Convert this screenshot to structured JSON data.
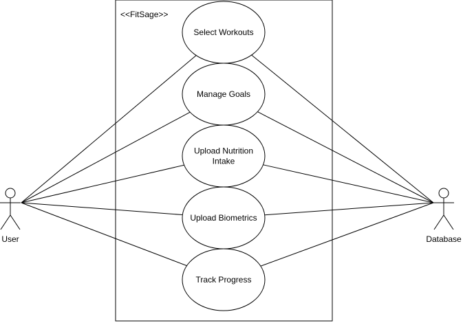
{
  "system": {
    "stereotype": "<<FitSage>>"
  },
  "actors": {
    "user": {
      "label": "User"
    },
    "database": {
      "label": "Database"
    }
  },
  "use_cases": [
    {
      "id": "select-workouts",
      "lines": [
        "Select Workouts"
      ]
    },
    {
      "id": "manage-goals",
      "lines": [
        "Manage Goals"
      ]
    },
    {
      "id": "upload-nutrition-intake",
      "lines": [
        "Upload Nutrition",
        "Intake"
      ]
    },
    {
      "id": "upload-biometrics",
      "lines": [
        "Upload Biometrics"
      ]
    },
    {
      "id": "track-progress",
      "lines": [
        "Track Progress"
      ]
    }
  ],
  "associations": [
    {
      "from": "user",
      "to": "select-workouts"
    },
    {
      "from": "user",
      "to": "manage-goals"
    },
    {
      "from": "user",
      "to": "upload-nutrition-intake"
    },
    {
      "from": "user",
      "to": "upload-biometrics"
    },
    {
      "from": "user",
      "to": "track-progress"
    },
    {
      "from": "database",
      "to": "select-workouts"
    },
    {
      "from": "database",
      "to": "manage-goals"
    },
    {
      "from": "database",
      "to": "upload-nutrition-intake"
    },
    {
      "from": "database",
      "to": "upload-biometrics"
    },
    {
      "from": "database",
      "to": "track-progress"
    }
  ]
}
